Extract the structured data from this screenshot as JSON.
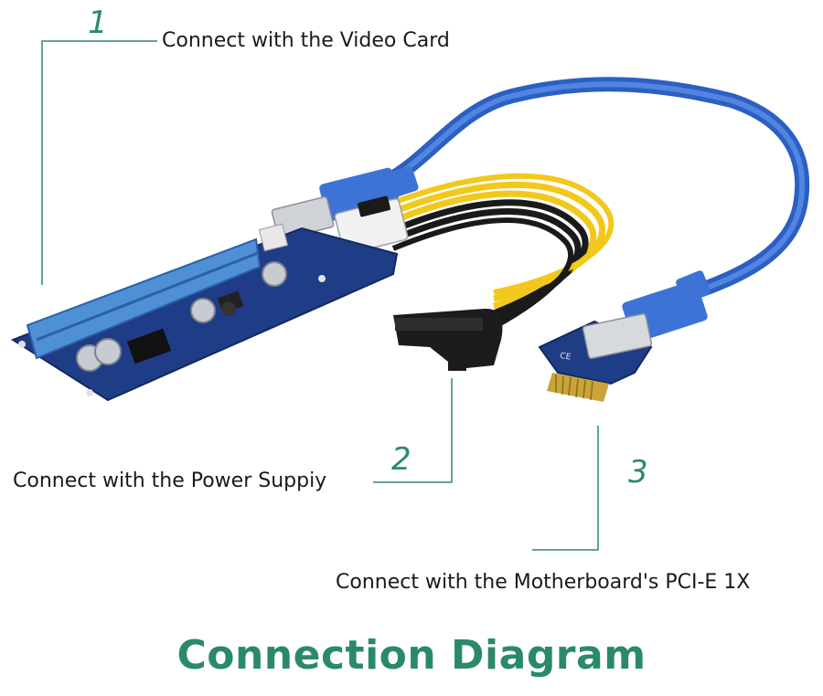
{
  "colors": {
    "accent_green": "#2a8a67",
    "leader_line": "#2a8a67",
    "cable_blue": "#3d73d6",
    "pcb_blue": "#1f3c86",
    "slot_blue": "#4f8fd6",
    "gold": "#c9a43a",
    "yellow_wire": "#f2c81c",
    "black_wire": "#1a1a1a",
    "label_text": "#1a1a1a"
  },
  "callouts": [
    {
      "number": "1",
      "label": "Connect with the Video Card"
    },
    {
      "number": "2",
      "label": "Connect with the Power Suppiy"
    },
    {
      "number": "3",
      "label": "Connect with the Motherboard's PCI-E 1X"
    }
  ],
  "title": "Connection Diagram",
  "icons": {
    "riser_board": "pcie-16x-riser-board-icon",
    "usb_cable": "usb3-cable-icon",
    "sata_connector": "sata-power-connector-icon",
    "adapter_card": "pcie-1x-adapter-card-icon"
  }
}
